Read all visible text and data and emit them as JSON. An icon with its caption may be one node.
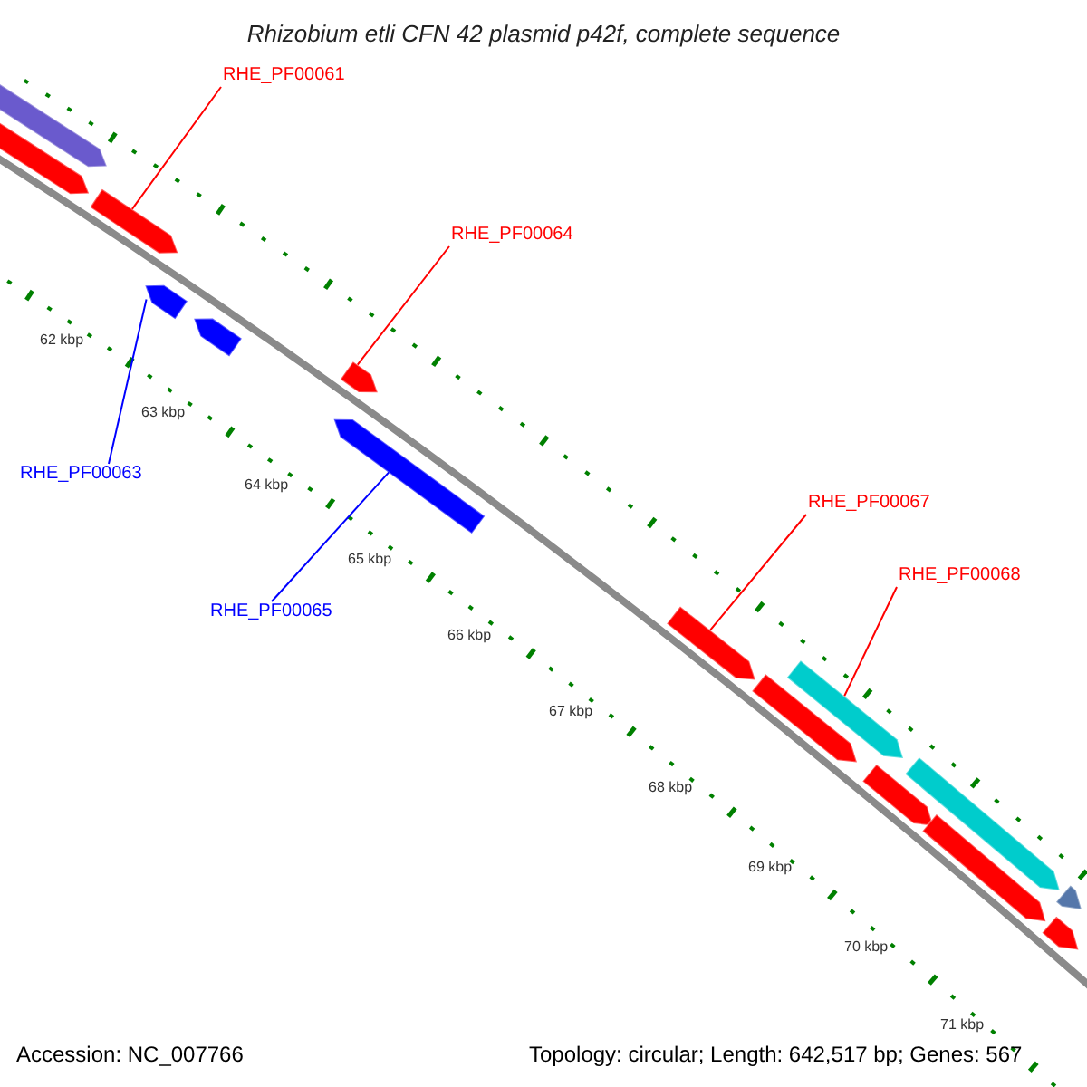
{
  "diagram": {
    "title": "Rhizobium etli CFN 42 plasmid p42f, complete sequence",
    "nodes": [
      {
        "text": [
          "RHE_PF00061"
        ]
      },
      {
        "text": [],
        "shape": "arrow"
      },
      {
        "text": [
          "RHE_PF00064"
        ]
      },
      {
        "text": [],
        "shape": "arrow"
      },
      {
        "text": [
          "RHE_PF00063"
        ]
      },
      {
        "text": [],
        "shape": "arrow"
      },
      {
        "text": [
          "RHE_PF00065"
        ]
      },
      {
        "text": [],
        "shape": "arrow"
      },
      {
        "text": [
          "RHE_PF00067"
        ]
      },
      {
        "text": [],
        "shape": "arrow"
      },
      {
        "text": [
          "RHE_PF00068"
        ]
      },
      {
        "text": [],
        "shape": "arrow"
      },
      {
        "text": [],
        "shape": "arrow"
      },
      {
        "text": [],
        "shape": "arrow"
      },
      {
        "text": [],
        "shape": "arrow"
      },
      {
        "text": [],
        "shape": "arrow"
      },
      {
        "text": [],
        "shape": "arrow"
      },
      {
        "text": [],
        "shape": "arrow"
      },
      {
        "text": [],
        "shape": "arrow"
      },
      {
        "text": [],
        "shape": "arrow"
      },
      {
        "text": [],
        "shape": "arrow"
      }
    ],
    "edges": [
      {
        "from": 0,
        "to": 1,
        "arrow": "none"
      },
      {
        "from": 2,
        "to": 3,
        "arrow": "none"
      },
      {
        "from": 4,
        "to": 5,
        "arrow": "none",
        "color": "#0000ff"
      },
      {
        "from": 6,
        "to": 7,
        "arrow": "none",
        "color": "#0000ff"
      },
      {
        "from": 8,
        "to": 9,
        "arrow": "none"
      },
      {
        "from": 10,
        "to": 11,
        "arrow": "none"
      }
    ],
    "labels": [
      "62 kbp",
      "63 kbp",
      "64 kbp",
      "65 kbp",
      "66 kbp",
      "67 kbp",
      "68 kbp",
      "69 kbp",
      "70 kbp",
      "71 kbp",
      "Accession: NC_007766",
      "Topology: circular; Length: 642,517 bp; Genes: 567"
    ]
  }
}
